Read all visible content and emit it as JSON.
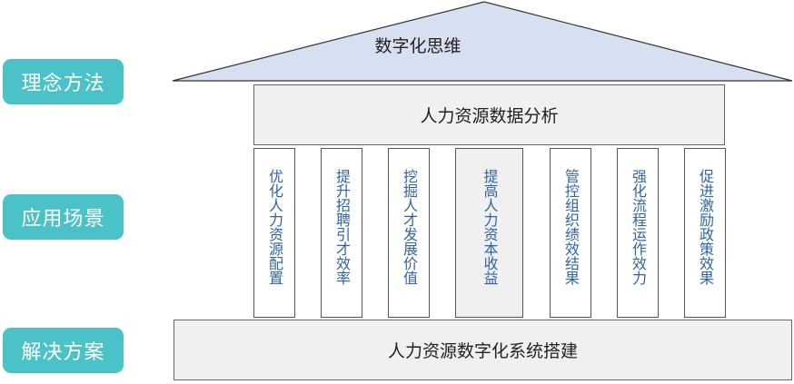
{
  "labels": {
    "concept": "理念方法",
    "scenario": "应用场景",
    "solution": "解决方案"
  },
  "roof": {
    "text": "数字化思维",
    "fill": "#d6e0f0"
  },
  "beam": {
    "text": "人力资源数据分析"
  },
  "pillars": [
    "优化人力资源配置",
    "提升招聘引才效率",
    "挖掘人才发展价值",
    "提高人力资本收益",
    "管控组织绩效结果",
    "强化流程运作效力",
    "促进激励政策效果"
  ],
  "base": {
    "text": "人力资源数字化系统搭建"
  },
  "colors": {
    "label_bg": "#4bc2c8",
    "pillar_text": "#2f64a8",
    "box_bg": "#f0f0f0"
  }
}
